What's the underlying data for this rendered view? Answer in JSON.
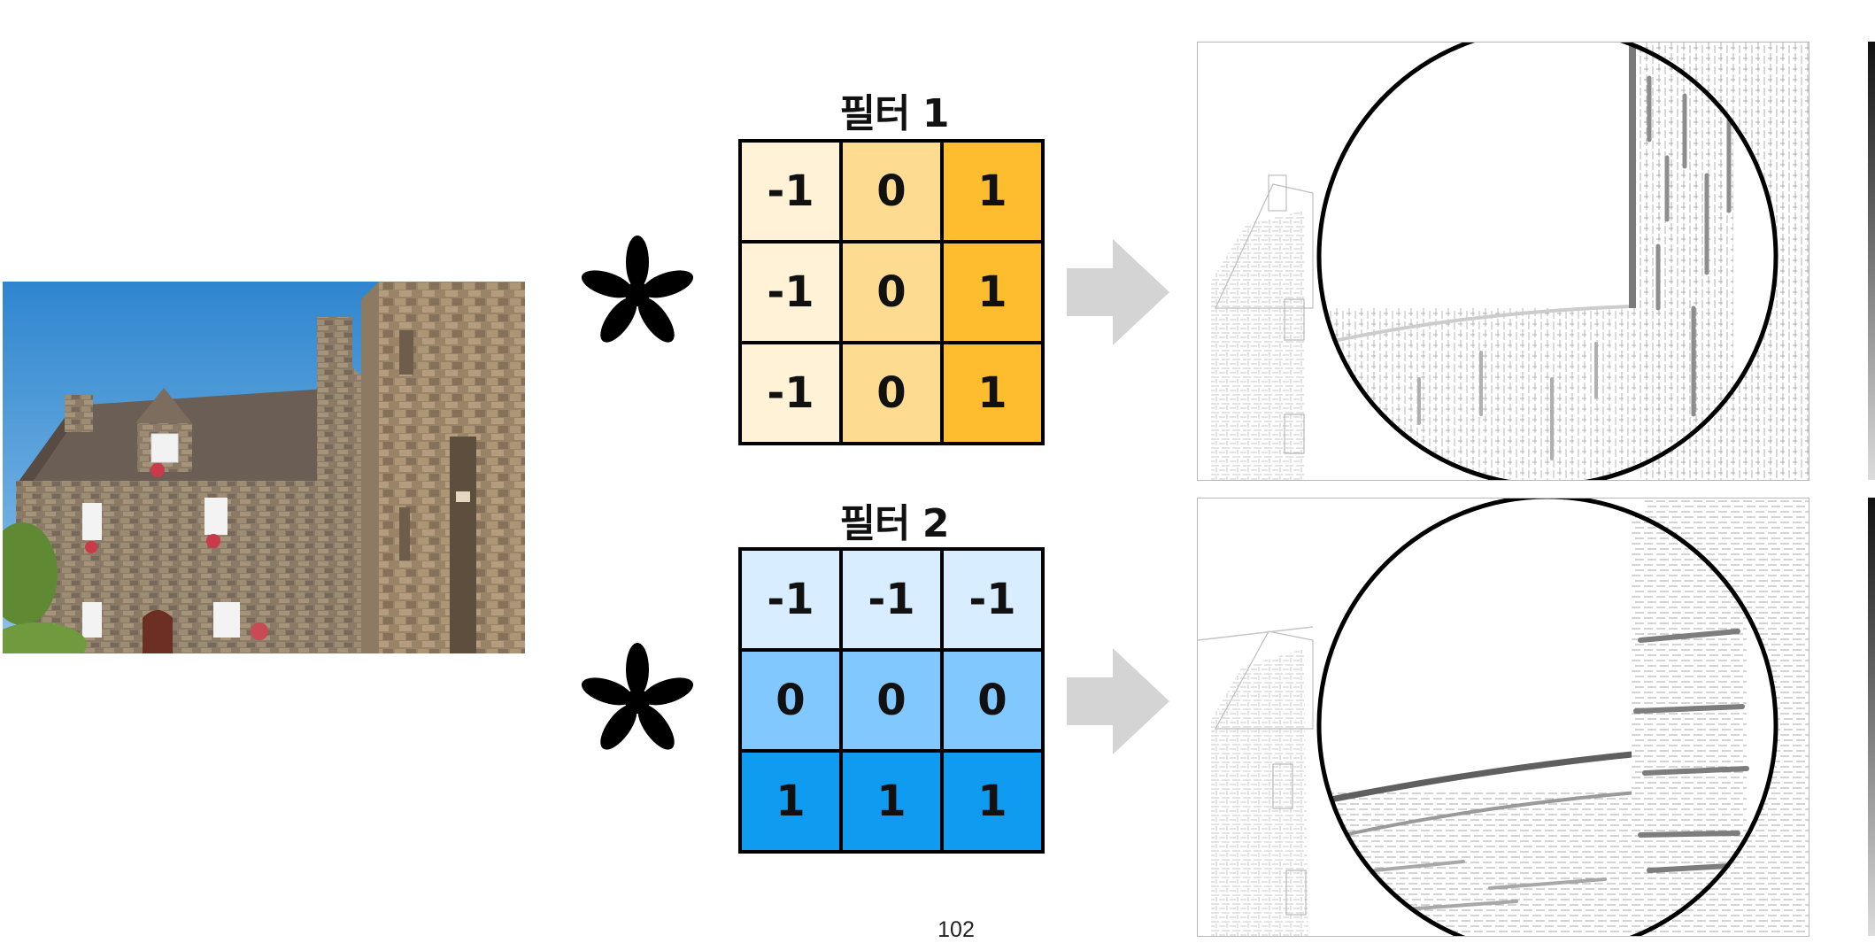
{
  "filters": [
    {
      "title": "필터 1",
      "cells": [
        [
          "-1",
          "0",
          "1"
        ],
        [
          "-1",
          "0",
          "1"
        ],
        [
          "-1",
          "0",
          "1"
        ]
      ],
      "colors": [
        [
          "#fff2d6",
          "#fddc91",
          "#fdbd2f"
        ],
        [
          "#fff2d6",
          "#fddc91",
          "#fdbd2f"
        ],
        [
          "#fff2d6",
          "#fddc91",
          "#fdbd2f"
        ]
      ]
    },
    {
      "title": "필터 2",
      "cells": [
        [
          "-1",
          "-1",
          "-1"
        ],
        [
          "0",
          "0",
          "0"
        ],
        [
          "1",
          "1",
          "1"
        ]
      ],
      "colors": [
        [
          "#d8edff",
          "#d8edff",
          "#d8edff"
        ],
        [
          "#80c8ff",
          "#80c8ff",
          "#80c8ff"
        ],
        [
          "#0f9bef",
          "#0f9bef",
          "#0f9bef"
        ]
      ]
    }
  ],
  "page_number": "102",
  "icons": {
    "operator": "asterisk-convolution-icon",
    "arrow": "right-arrow-icon"
  },
  "colors": {
    "arrow": "#d4d4d4",
    "border": "#000000"
  }
}
